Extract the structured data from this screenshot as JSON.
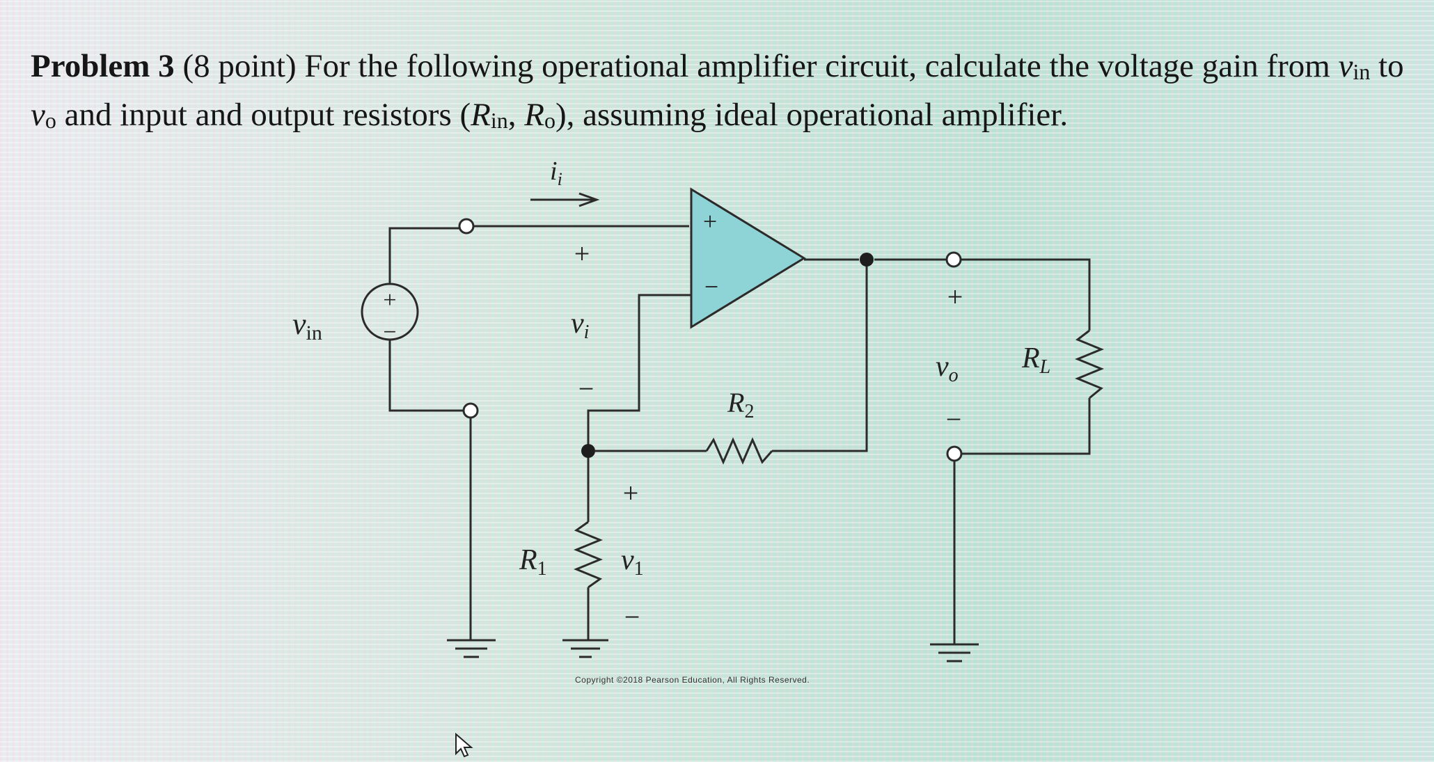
{
  "problem": {
    "heading": "Problem 3",
    "points": "(8 point)",
    "text_a": " For the following operational amplifier circuit, calculate the voltage gain from ",
    "v_in_main": "v",
    "v_in_sub": "in",
    "text_b": " to ",
    "v_o_main": "v",
    "v_o_sub": "o",
    "text_c": " and input and output resistors (",
    "r_in_main": "R",
    "r_in_sub": "in",
    "comma": ", ",
    "r_o_main": "R",
    "r_o_sub": "o",
    "text_d": "), assuming ideal operational amplifier."
  },
  "circuit": {
    "labels": {
      "ii_main": "i",
      "ii_sub": "i",
      "vin_main": "v",
      "vin_sub": "in",
      "vi_main": "v",
      "vi_sub": "i",
      "v1_main": "v",
      "v1_sub": "1",
      "vo_main": "v",
      "vo_sub": "o",
      "r1_main": "R",
      "r1_sub": "1",
      "r2_main": "R",
      "r2_sub": "2",
      "rl_main": "R",
      "rl_sub": "L",
      "plus": "+",
      "minus": "−"
    },
    "copyright": "Copyright ©2018 Pearson Education, All Rights Reserved."
  },
  "colors": {
    "wire": "#2b2b2b",
    "opamp_fill": "#8ed4d6"
  }
}
